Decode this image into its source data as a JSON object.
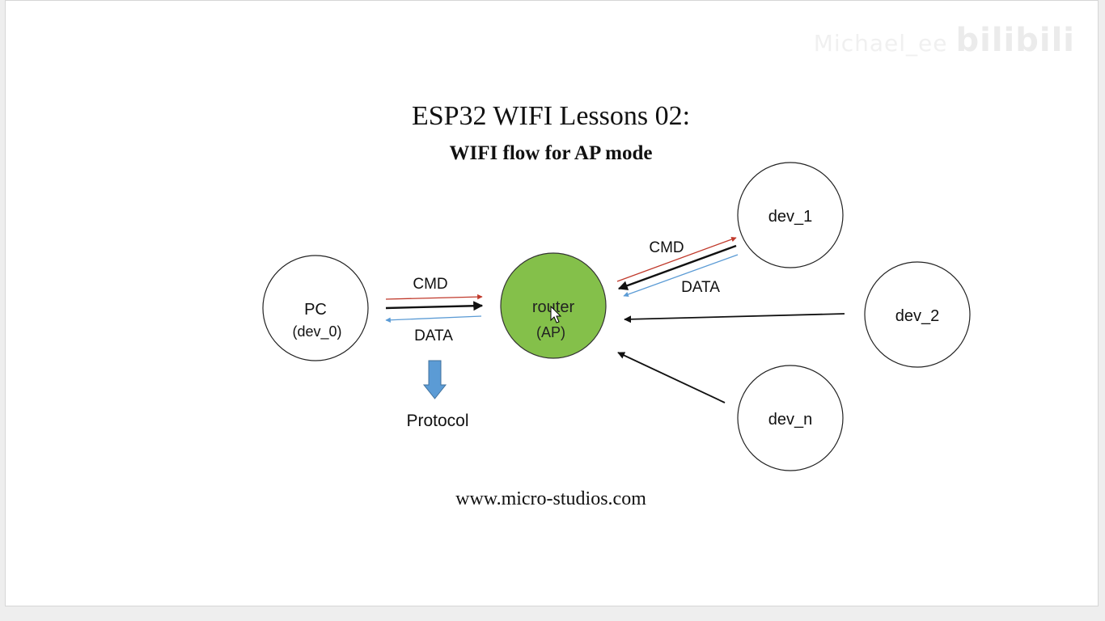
{
  "slide": {
    "title": "ESP32 WIFI Lessons 02:",
    "subtitle": "WIFI flow for AP mode",
    "footer_url": "www.micro-studios.com"
  },
  "watermark": {
    "author": "Michael_ee",
    "brand": "bilibili"
  },
  "nodes": {
    "pc": {
      "label": "PC",
      "sublabel": "(dev_0)"
    },
    "router": {
      "label": "router",
      "sublabel": "(AP)",
      "fill": "#84c04a"
    },
    "dev1": {
      "label": "dev_1"
    },
    "dev2": {
      "label": "dev_2"
    },
    "devn": {
      "label": "dev_n"
    }
  },
  "flows": {
    "pc_router": {
      "cmd_label": "CMD",
      "data_label": "DATA"
    },
    "dev1_router": {
      "cmd_label": "CMD",
      "data_label": "DATA"
    }
  },
  "protocol": {
    "label": "Protocol",
    "arrow_color": "#5b9bd5"
  },
  "colors": {
    "cmd": "#c0392b",
    "data": "#5b9bd5",
    "link": "#111111"
  }
}
